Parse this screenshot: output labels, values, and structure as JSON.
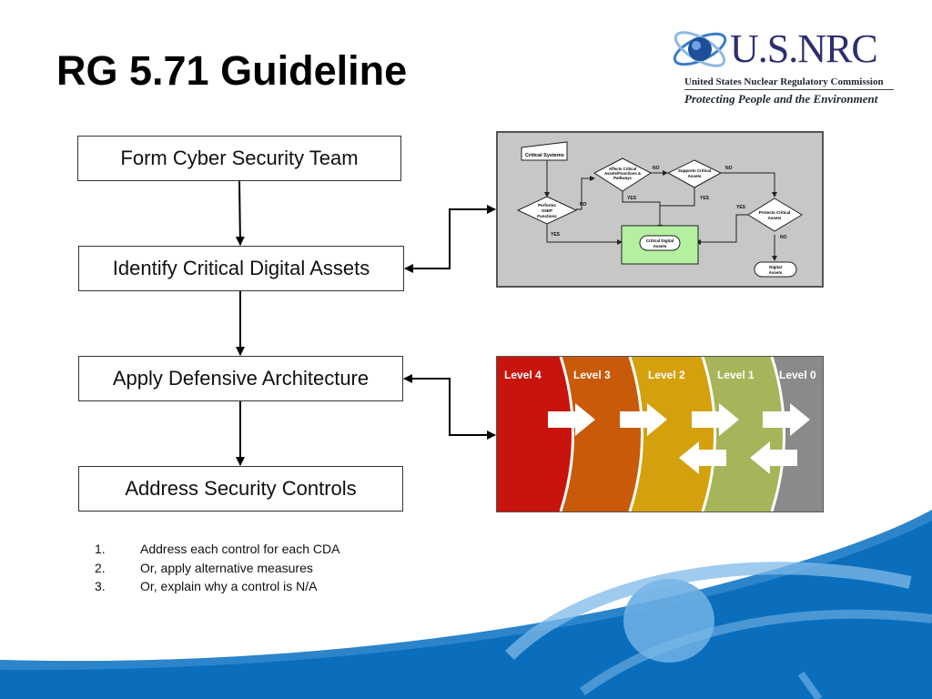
{
  "slide": {
    "title": "RG 5.71 Guideline"
  },
  "logo": {
    "name": "U.S.NRC",
    "subtitle": "United States Nuclear Regulatory Commission",
    "tagline": "Protecting People and the Environment"
  },
  "steps": [
    {
      "label": "Form Cyber Security Team"
    },
    {
      "label": "Identify Critical Digital Assets"
    },
    {
      "label": "Apply Defensive Architecture"
    },
    {
      "label": "Address Security Controls"
    }
  ],
  "controls_list": [
    {
      "num": "1.",
      "text": "Address each control for each CDA"
    },
    {
      "num": "2.",
      "text": "Or, apply alternative measures"
    },
    {
      "num": "3.",
      "text": "Or, explain why a control is N/A"
    }
  ],
  "cda_flowchart": {
    "critical_systems": "Critical Systems",
    "performs_line1": "Performs",
    "performs_line2": "SSEP",
    "performs_line3": "Functions",
    "affects_line1": "Affects Critical",
    "affects_line2": "Assets/Functions &",
    "affects_line3": "Pathways",
    "supports_line1": "Supports Critical",
    "supports_line2": "Assets",
    "protects_line1": "Protects Critical",
    "protects_line2": "Assets",
    "cda_line1": "Critical Digital",
    "cda_line2": "Assets",
    "digital_line1": "Digital",
    "digital_line2": "Assets",
    "yes": "YES",
    "no": "NO"
  },
  "defensive_levels": [
    {
      "label": "Level 4",
      "color": "#c8140c"
    },
    {
      "label": "Level 3",
      "color": "#c85a0a"
    },
    {
      "label": "Level 2",
      "color": "#d4a00e"
    },
    {
      "label": "Level 1",
      "color": "#a8b45a"
    },
    {
      "label": "Level 0",
      "color": "#8a8a8a"
    }
  ],
  "colors": {
    "brand_blue": "#1a5fb4",
    "cda_highlight": "#b4f0a0"
  }
}
